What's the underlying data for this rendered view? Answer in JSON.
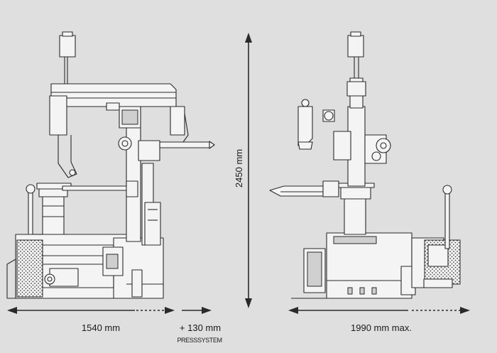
{
  "dimensions": {
    "height": "2450 mm",
    "width_left": "1540 mm",
    "extension": "+ 130 mm",
    "extension_note": "PRESSSYSTEM",
    "width_right": "1990 mm max."
  },
  "colors": {
    "background": "#dfdfdf",
    "line": "#2a2a2a",
    "fill": "#f4f4f4"
  }
}
